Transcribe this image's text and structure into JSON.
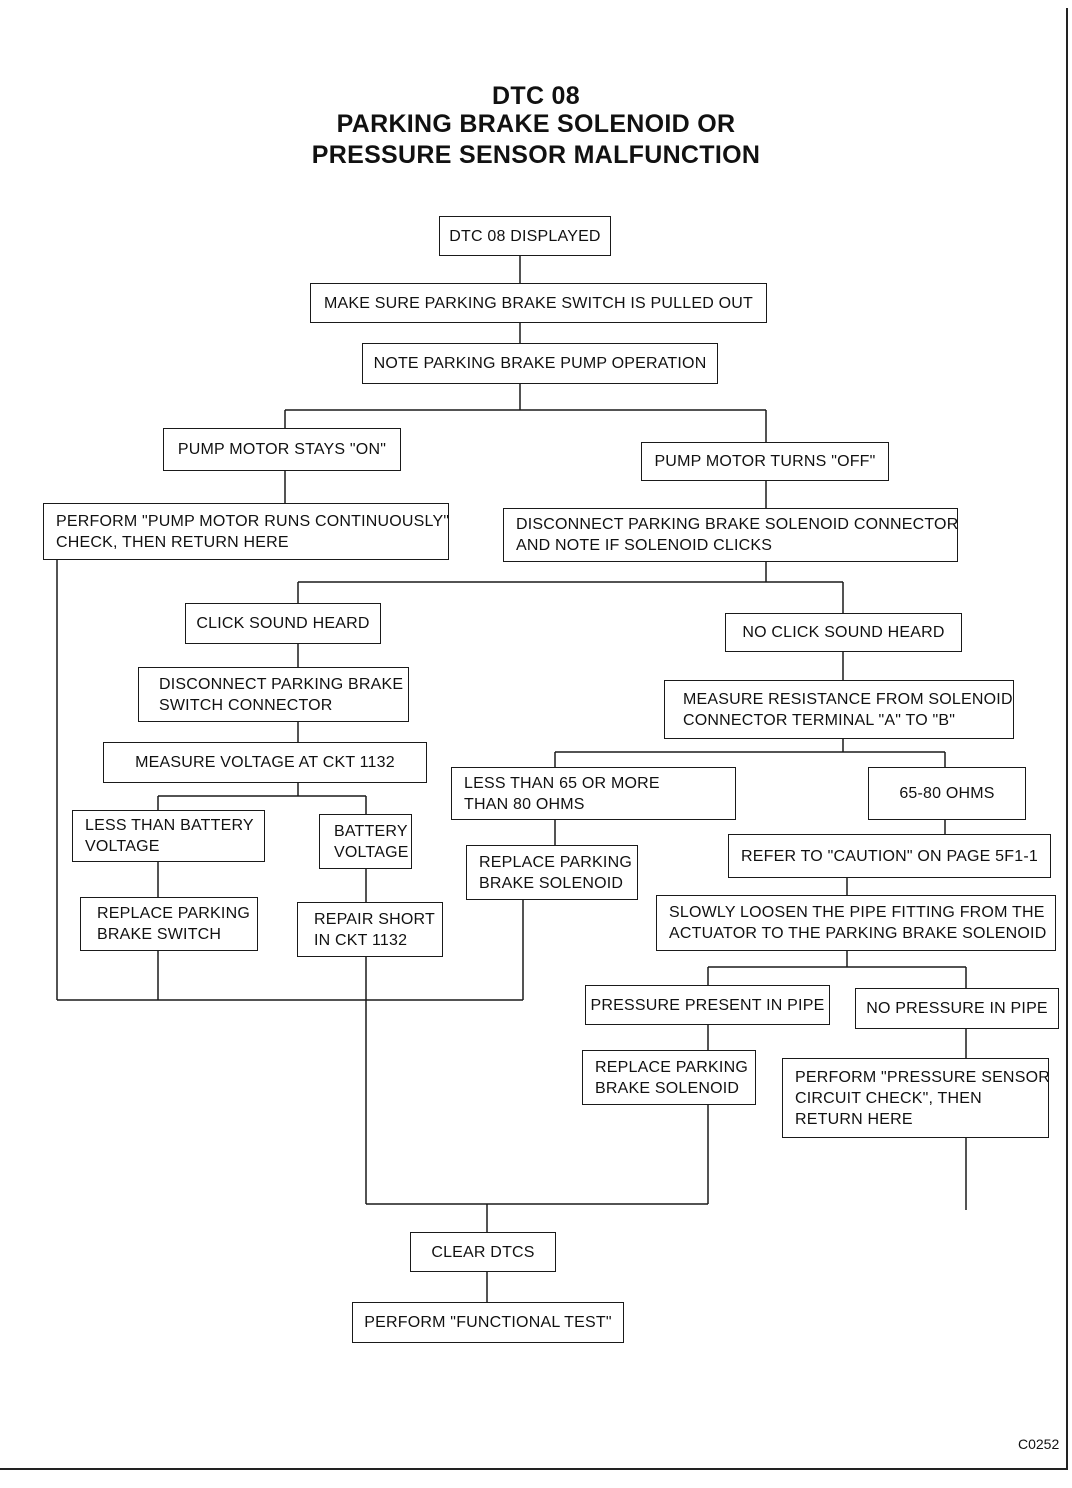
{
  "title": {
    "line1": "DTC 08",
    "line2": "PARKING BRAKE SOLENOID OR",
    "line3": "PRESSURE SENSOR MALFUNCTION"
  },
  "nodes": {
    "dtc_displayed": "DTC 08 DISPLAYED",
    "switch_pulled": "MAKE SURE PARKING BRAKE SWITCH IS PULLED OUT",
    "note_pump": "NOTE PARKING BRAKE PUMP OPERATION",
    "pump_on": "PUMP MOTOR STAYS \"ON\"",
    "pump_off": "PUMP MOTOR TURNS \"OFF\"",
    "perform_pump_check": [
      "PERFORM \"PUMP MOTOR RUNS CONTINUOUSLY\"",
      "CHECK, THEN RETURN HERE"
    ],
    "disconnect_solenoid": [
      "DISCONNECT PARKING BRAKE SOLENOID CONNECTOR",
      "AND NOTE IF SOLENOID CLICKS"
    ],
    "click_heard": "CLICK SOUND HEARD",
    "no_click": "NO CLICK SOUND HEARD",
    "disconnect_switch": [
      "DISCONNECT PARKING BRAKE",
      "SWITCH CONNECTOR"
    ],
    "measure_resistance": [
      "MEASURE RESISTANCE FROM SOLENOID",
      "CONNECTOR TERMINAL \"A\" TO \"B\""
    ],
    "measure_voltage": "MEASURE VOLTAGE AT CKT 1132",
    "out_of_range": [
      "LESS THAN 65 OR MORE",
      "THAN 80 OHMS"
    ],
    "in_range": "65-80 OHMS",
    "less_battery": [
      "LESS THAN BATTERY",
      "VOLTAGE"
    ],
    "battery_voltage": [
      "BATTERY",
      "VOLTAGE"
    ],
    "replace_solenoid_1": [
      "REPLACE PARKING",
      "BRAKE SOLENOID"
    ],
    "refer_caution": "REFER TO \"CAUTION\" ON PAGE 5F1-1",
    "replace_switch": [
      "REPLACE PARKING",
      "BRAKE SWITCH"
    ],
    "repair_short": [
      "REPAIR SHORT",
      "IN CKT 1132"
    ],
    "loosen_fitting": [
      "SLOWLY LOOSEN THE PIPE FITTING FROM THE",
      "ACTUATOR TO THE PARKING BRAKE SOLENOID"
    ],
    "pressure_present": "PRESSURE PRESENT IN PIPE",
    "no_pressure": "NO PRESSURE IN PIPE",
    "replace_solenoid_2": [
      "REPLACE PARKING",
      "BRAKE SOLENOID"
    ],
    "pressure_sensor_check": [
      "PERFORM \"PRESSURE SENSOR",
      "CIRCUIT CHECK\", THEN",
      "RETURN HERE"
    ],
    "clear_dtcs": "CLEAR DTCS",
    "functional_test": "PERFORM \"FUNCTIONAL TEST\""
  },
  "figure_code": "C0252"
}
